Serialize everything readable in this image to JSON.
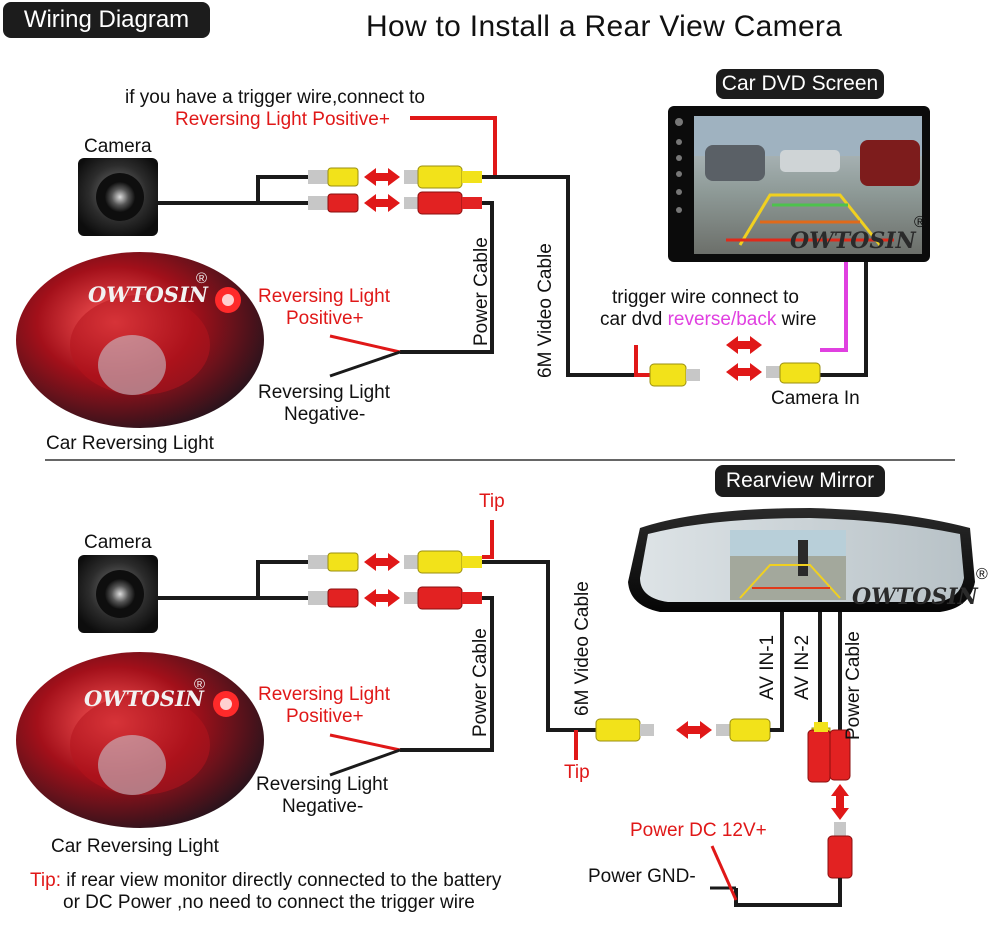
{
  "header": {
    "badge": "Wiring Diagram",
    "title": "How to Install a Rear View Camera"
  },
  "top": {
    "camera_label": "Camera",
    "trigger_note_line1": "if you have a trigger wire,connect to",
    "trigger_note_line2": "Reversing Light Positive+",
    "dvd_badge": "Car DVD Screen",
    "power_cable": "Power  Cable",
    "video_cable": "6M Video  Cable",
    "rev_pos_line1": "Reversing Light",
    "rev_pos_line2": "Positive+",
    "rev_neg_line1": "Reversing Light",
    "rev_neg_line2": "Negative-",
    "car_light_label": "Car Reversing Light",
    "trigger_dvd_line1": "trigger wire connect to",
    "trigger_dvd_pre": "car dvd ",
    "trigger_dvd_colored": "reverse/back",
    "trigger_dvd_post": " wire",
    "camera_in": "Camera In",
    "brand": "OWTOSIN",
    "registered": "®"
  },
  "bottom": {
    "camera_label": "Camera",
    "tip_top": "Tip",
    "tip_left": "Tip",
    "mirror_badge": "Rearview Mirror",
    "power_cable": "Power  Cable",
    "video_cable": "6M Video  Cable",
    "rev_pos_line1": "Reversing Light",
    "rev_pos_line2": "Positive+",
    "rev_neg_line1": "Reversing Light",
    "rev_neg_line2": "Negative-",
    "car_light_label": "Car Reversing Light",
    "av_in_1": "AV IN-1",
    "av_in_2": "AV IN-2",
    "mirror_power_cable": "Power Cable",
    "power_dc": "Power DC 12V+",
    "power_gnd": "Power GND-",
    "tip_note_prefix": "Tip:",
    "tip_note_line1": " if rear view monitor directly connected to the battery",
    "tip_note_line2": "or DC Power ,no need to connect the trigger wire",
    "brand": "OWTOSIN",
    "registered": "®"
  },
  "colors": {
    "wire": "#1a1a1a",
    "red_wire": "#e01818",
    "pink_wire": "#e040e0",
    "yellow_plug": "#f2e21a",
    "red_plug": "#e22222",
    "badge_bg": "#1c1c1c"
  }
}
